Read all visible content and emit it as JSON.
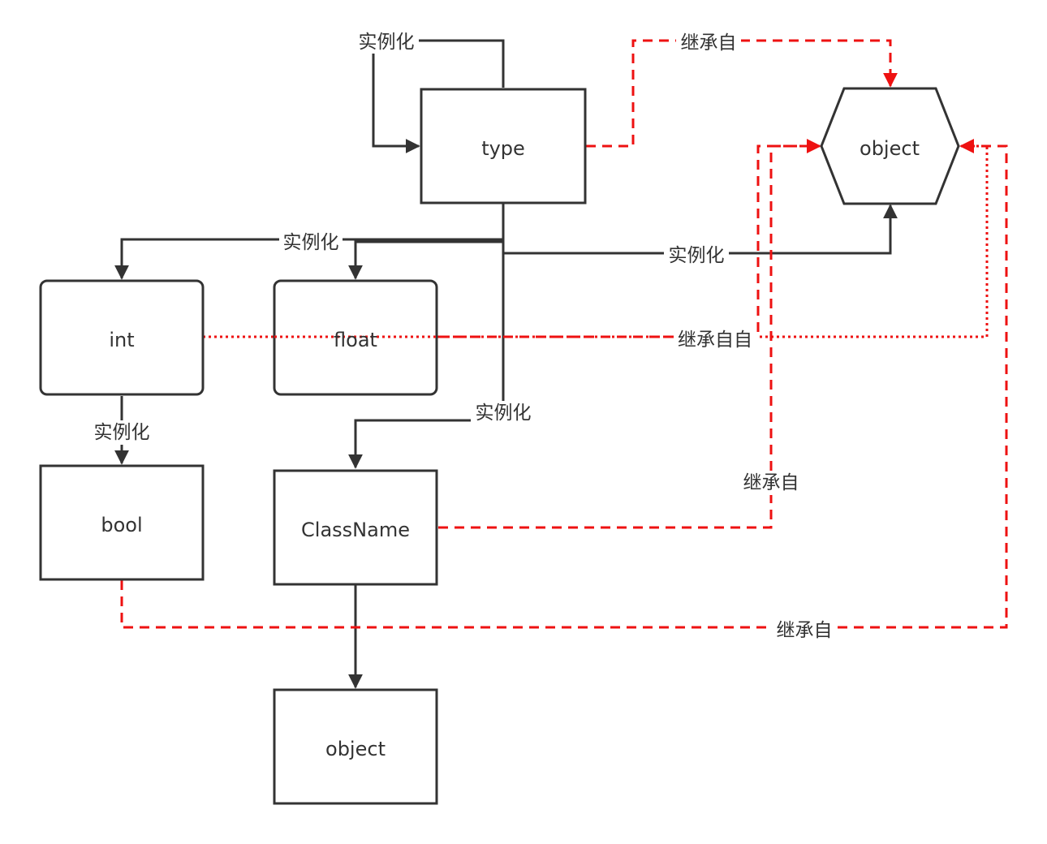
{
  "colors": {
    "node_stroke": "#333333",
    "instance_edge": "#333333",
    "inherit_edge": "#ee1111",
    "background": "#ffffff"
  },
  "nodes": {
    "type": "type",
    "object_hex": "object",
    "int": "int",
    "float": "float",
    "bool": "bool",
    "classname": "ClassName",
    "object_box": "object"
  },
  "edge_labels": {
    "type_self": "实例化",
    "type_to_int_float": "实例化",
    "type_to_object": "实例化",
    "type_to_classname": "实例化",
    "int_to_bool": "实例化",
    "type_inherit": "继承自",
    "int_float_inherit": "继承自自",
    "classname_inherit": "继承自",
    "bool_inherit": "继承自"
  }
}
